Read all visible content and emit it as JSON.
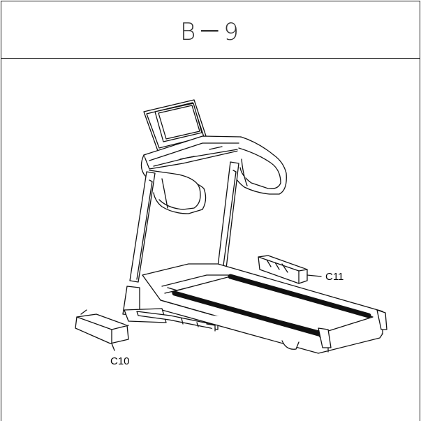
{
  "header": {
    "title": "B－9"
  },
  "callouts": {
    "c10": "C10",
    "c11": "C11"
  }
}
